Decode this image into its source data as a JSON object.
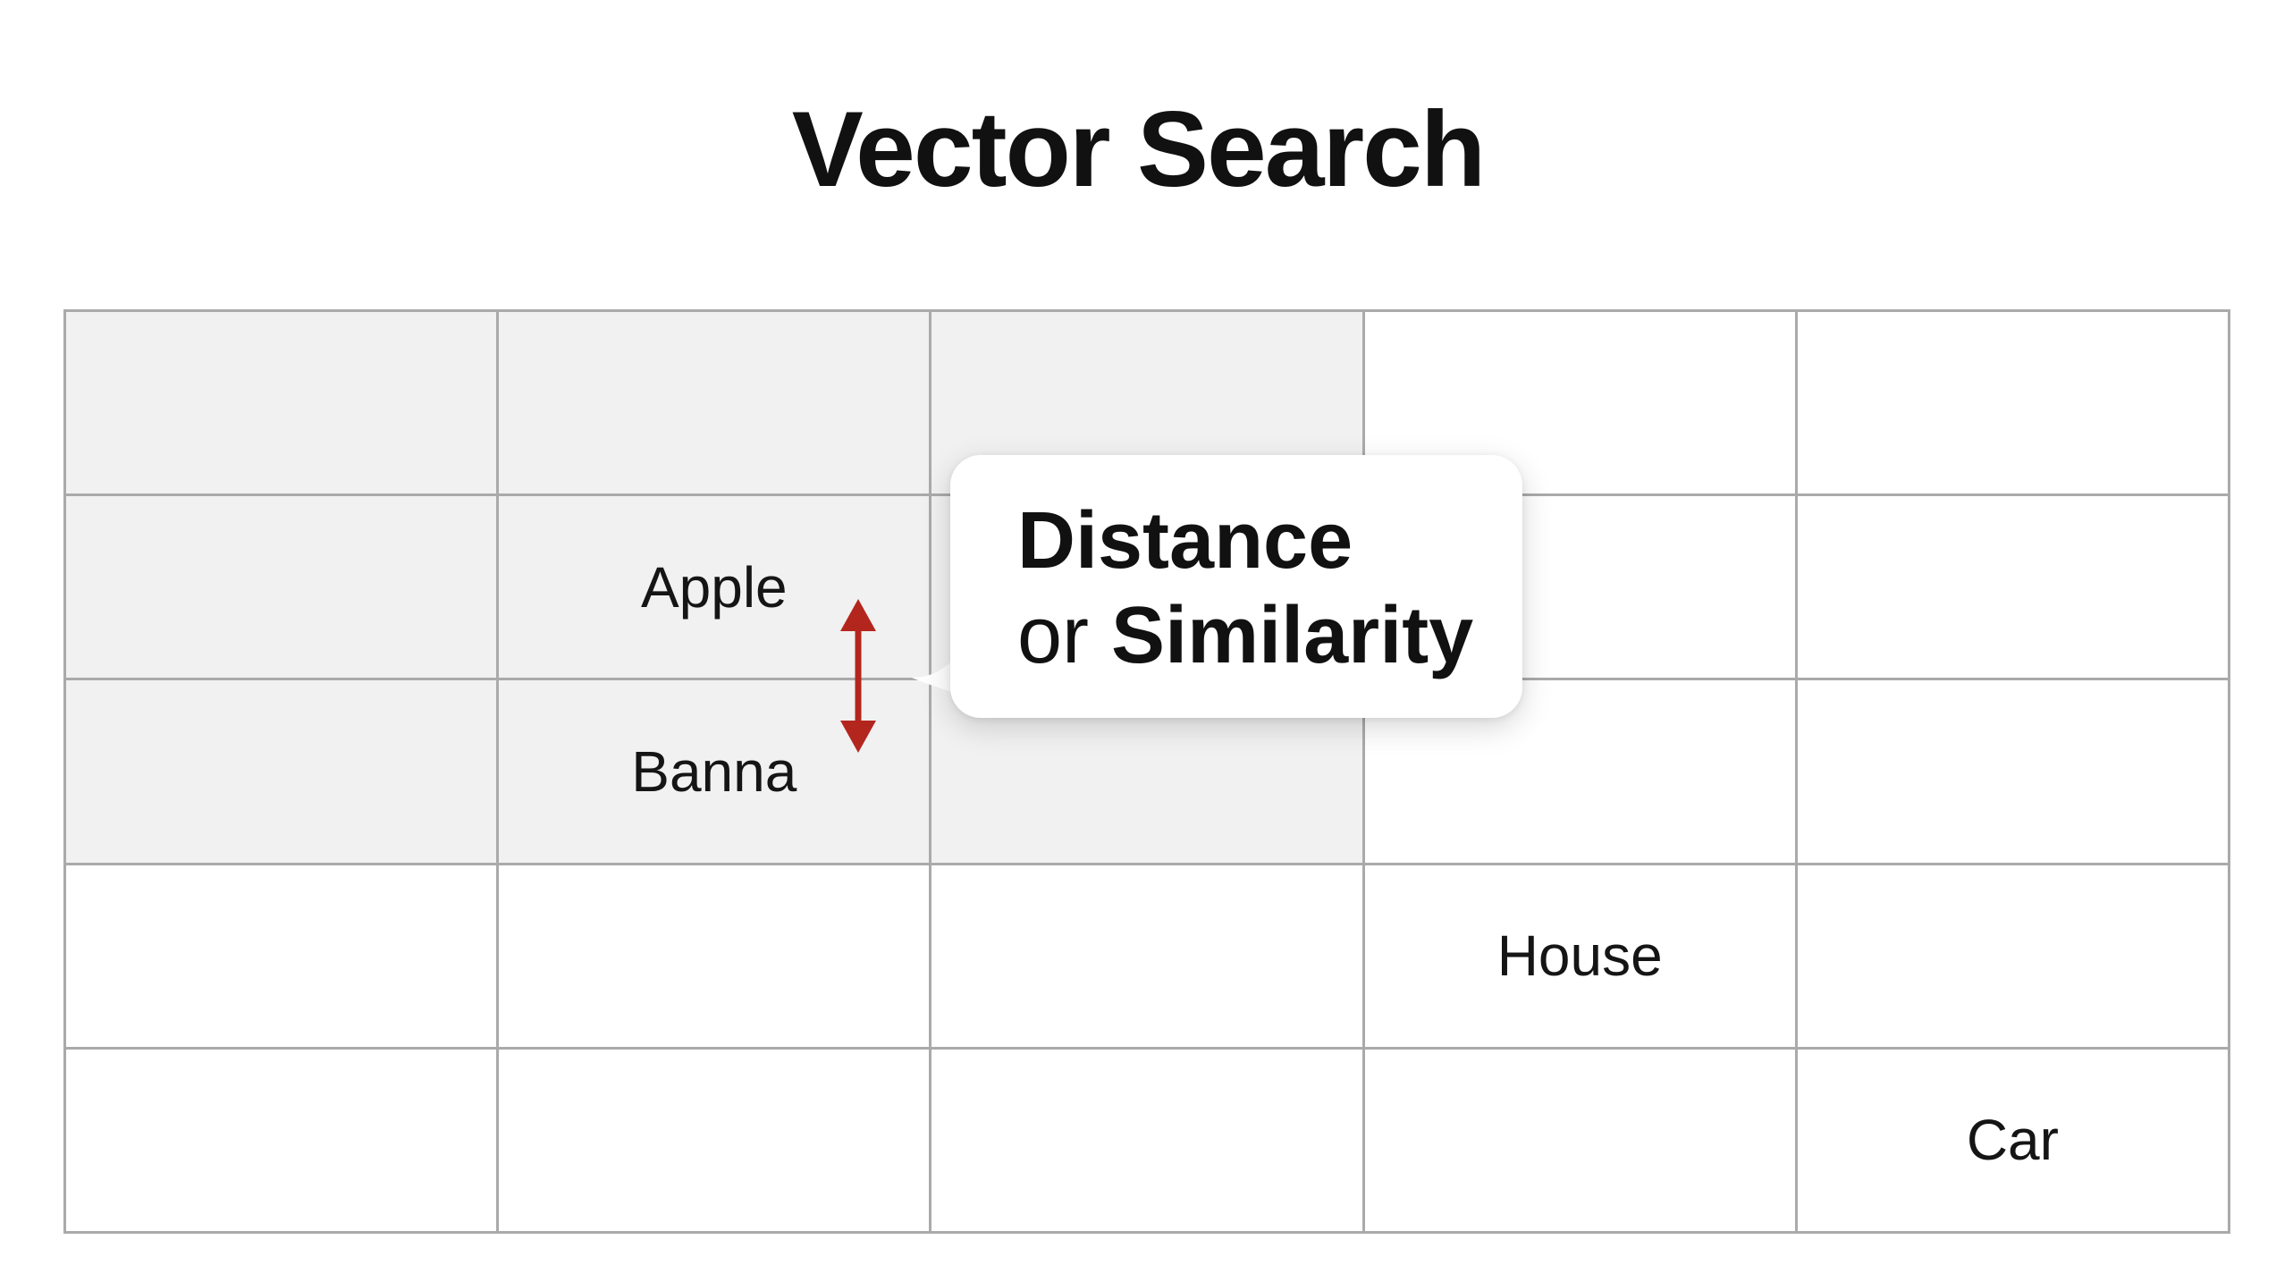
{
  "title": "Vector Search",
  "grid": {
    "columns": 5,
    "rows": 5,
    "highlight_color": "#f1f1f1",
    "line_color": "#aaaaaa",
    "labels": {
      "apple": "Apple",
      "banana": "Banna",
      "house": "House",
      "car": "Car"
    }
  },
  "callout": {
    "line1": "Distance",
    "line2_prefix": "or",
    "line2_bold": "Similarity"
  },
  "arrow": {
    "icon": "double-arrow-vertical-icon",
    "color": "#b3261e"
  }
}
